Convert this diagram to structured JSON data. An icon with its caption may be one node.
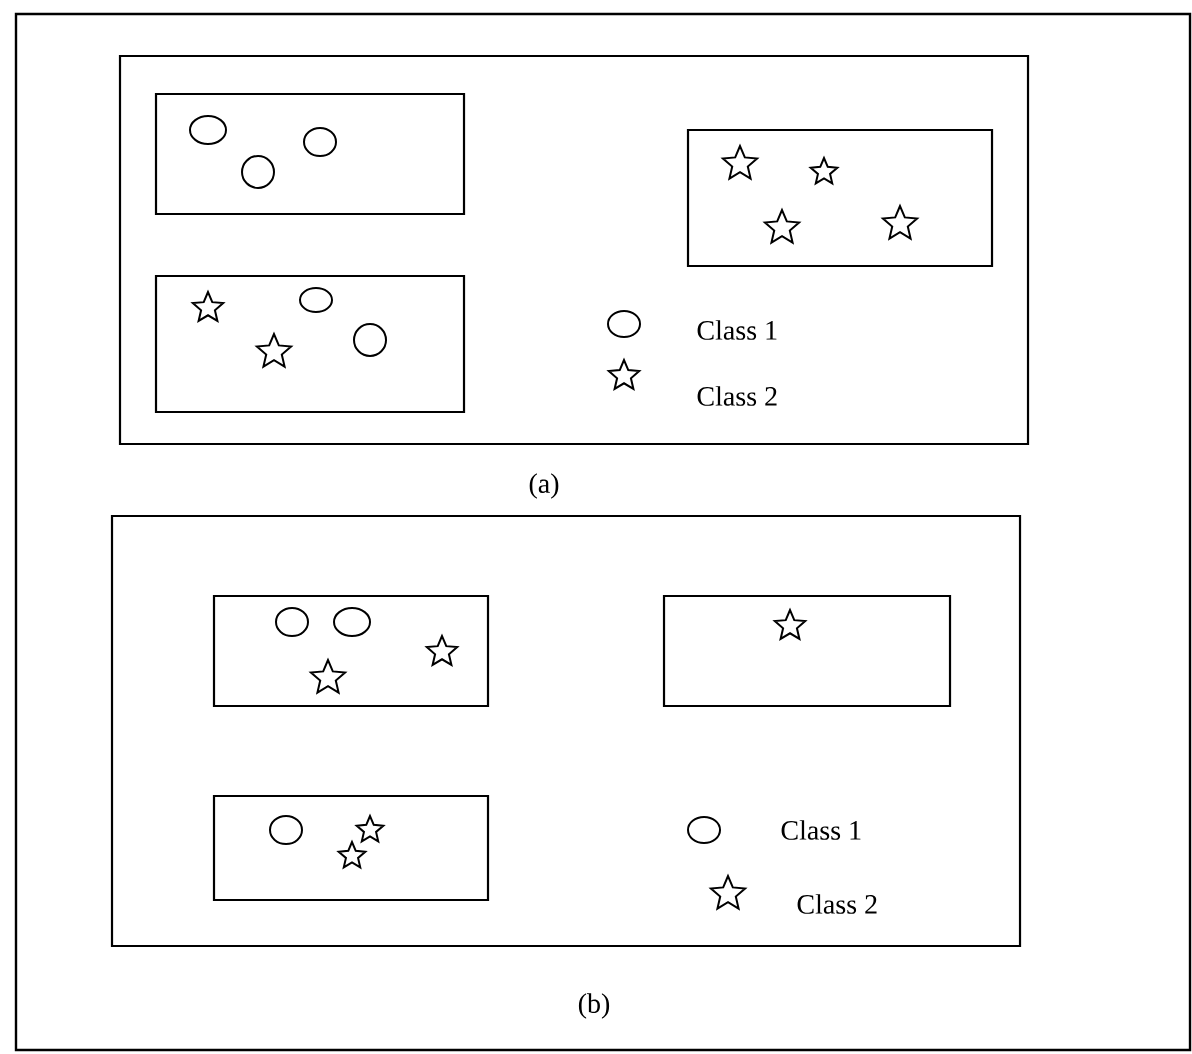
{
  "diagram": {
    "nodes": [
      {
        "text": [],
        "shape": "box"
      },
      {
        "text": [],
        "shape": "box",
        "in": 0
      },
      {
        "text": [],
        "shape": "box",
        "in": 0
      },
      {
        "text": [],
        "shape": "box",
        "in": 0
      },
      {
        "text": [],
        "shape": "box"
      },
      {
        "text": [],
        "shape": "box",
        "in": 4
      },
      {
        "text": [],
        "shape": "box",
        "in": 4
      },
      {
        "text": [],
        "shape": "box",
        "in": 4
      }
    ],
    "edges": [],
    "labels": [
      "(a)",
      "(b)"
    ],
    "legend": [
      {
        "text": "Class 1"
      },
      {
        "text": "Class 2"
      },
      {
        "text": "Class 1"
      },
      {
        "text": "Class 2"
      }
    ]
  }
}
